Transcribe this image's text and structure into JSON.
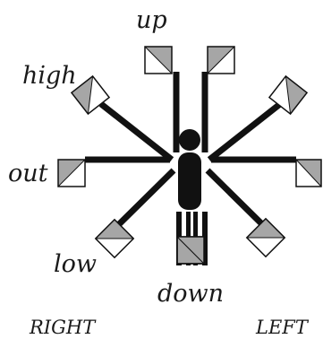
{
  "labels": {
    "up": "up",
    "high": "high",
    "out": "out",
    "low": "low",
    "down": "down",
    "right": "RIGHT",
    "left": "LEFT"
  },
  "colors": {
    "ink": "#111111",
    "flag_gray": "#a6a6a6",
    "flag_white": "#ffffff"
  }
}
